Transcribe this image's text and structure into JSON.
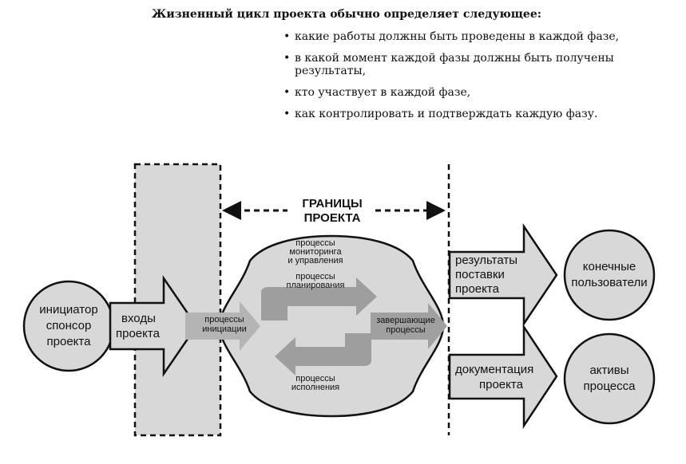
{
  "intro": {
    "title": "Жизненный цикл проекта обычно определяет следующее:",
    "bullets": [
      "какие работы должны быть проведены в каждой фазе,",
      "в какой момент каждой фазы должны быть получены результаты,",
      "кто участвует в каждой фазе,",
      "как контролировать и подтверждать каждую фазу."
    ]
  },
  "diagram": {
    "boundary": [
      "ГРАНИЦЫ",
      "ПРОЕКТА"
    ],
    "initiator": [
      "инициатор",
      "спонсор",
      "проекта"
    ],
    "inputs": [
      "входы",
      "проекта"
    ],
    "initiation": [
      "процессы",
      "инициации"
    ],
    "monitoring": [
      "процессы",
      "мониторинга",
      "и управления"
    ],
    "planning": [
      "процессы",
      "планирования"
    ],
    "execution": [
      "процессы",
      "исполнения"
    ],
    "closing": [
      "завершающие",
      "процессы"
    ],
    "deliverables": [
      "результаты",
      "поставки",
      "проекта"
    ],
    "documentation": [
      "документация",
      "проекта"
    ],
    "end_users": [
      "конечные",
      "пользователи"
    ],
    "assets": [
      "активы",
      "процесса"
    ]
  },
  "colors": {
    "gray_fill": "#d8d8d8",
    "arrow_gray": "#b4b4b4",
    "dark_gray": "#8a8a8a",
    "ink": "#111111"
  }
}
